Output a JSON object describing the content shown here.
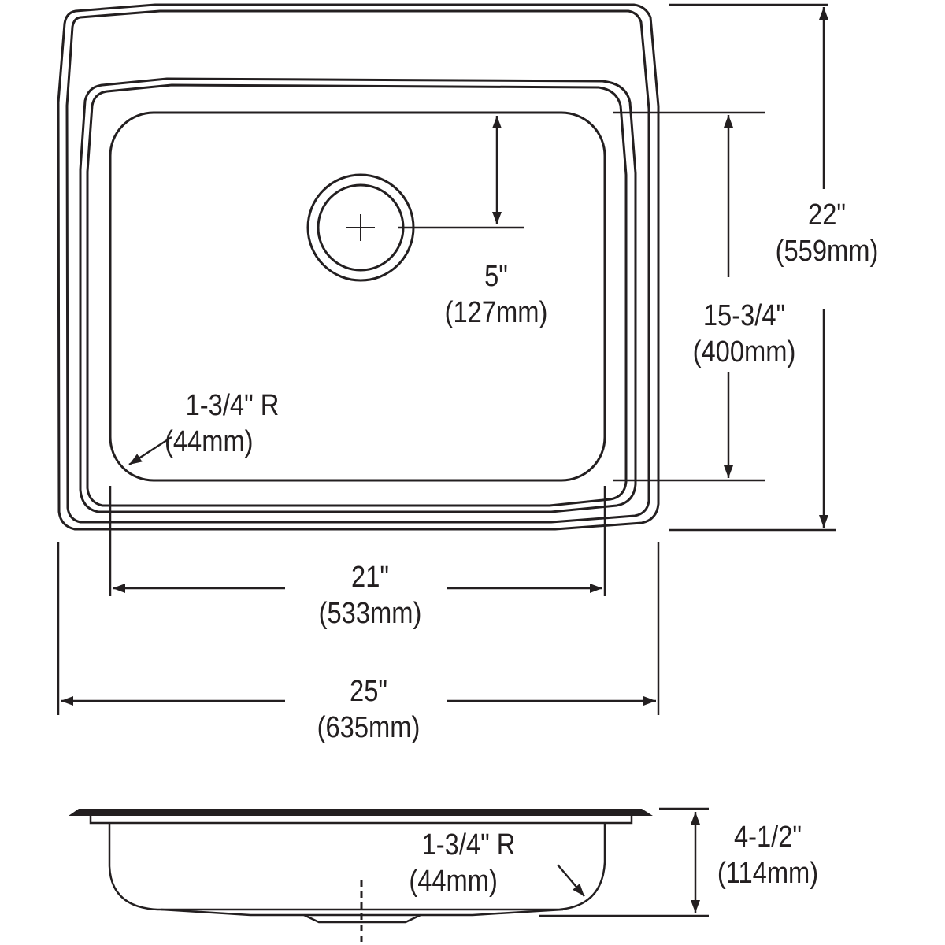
{
  "diagram": {
    "type": "technical-drawing",
    "subject": "single-bowl drop-in sink",
    "line_color": "#231f20",
    "background": "#ffffff",
    "views": [
      "top-view",
      "side-view"
    ]
  },
  "top_view": {
    "dimensions": {
      "overall_width": {
        "imperial": "25\"",
        "metric": "(635mm)"
      },
      "overall_depth": {
        "imperial": "22\"",
        "metric": "(559mm)"
      },
      "bowl_width": {
        "imperial": "21\"",
        "metric": "(533mm)"
      },
      "bowl_depth": {
        "imperial": "15-3/4\"",
        "metric": "(400mm)"
      },
      "drain_offset": {
        "imperial": "5\"",
        "metric": "(127mm)"
      },
      "corner_radius": {
        "imperial": "1-3/4\" R",
        "metric": "(44mm)"
      }
    }
  },
  "side_view": {
    "dimensions": {
      "bowl_height": {
        "imperial": "4-1/2\"",
        "metric": "(114mm)"
      },
      "corner_radius": {
        "imperial": "1-3/4\" R",
        "metric": "(44mm)"
      }
    }
  }
}
